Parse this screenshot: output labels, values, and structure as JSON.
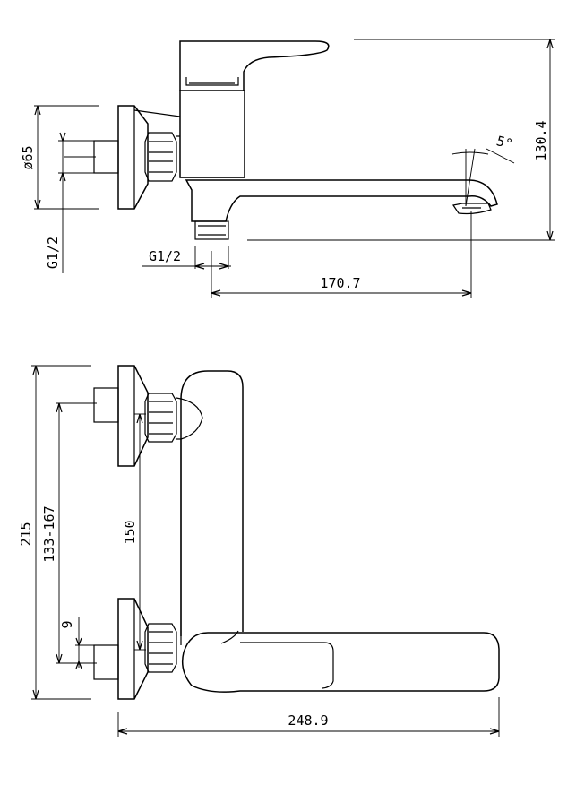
{
  "top_view": {
    "dims": {
      "flange_diameter": "ø65",
      "inlet_thread": "G1/2",
      "outlet_thread": "G1/2",
      "spout_reach": "170.7",
      "height": "130.4",
      "spout_angle": "5°"
    }
  },
  "front_view": {
    "dims": {
      "overall_height": "215",
      "centers_range": "133-167",
      "centers": "150",
      "offset": "9",
      "overall_width": "248.9"
    }
  }
}
